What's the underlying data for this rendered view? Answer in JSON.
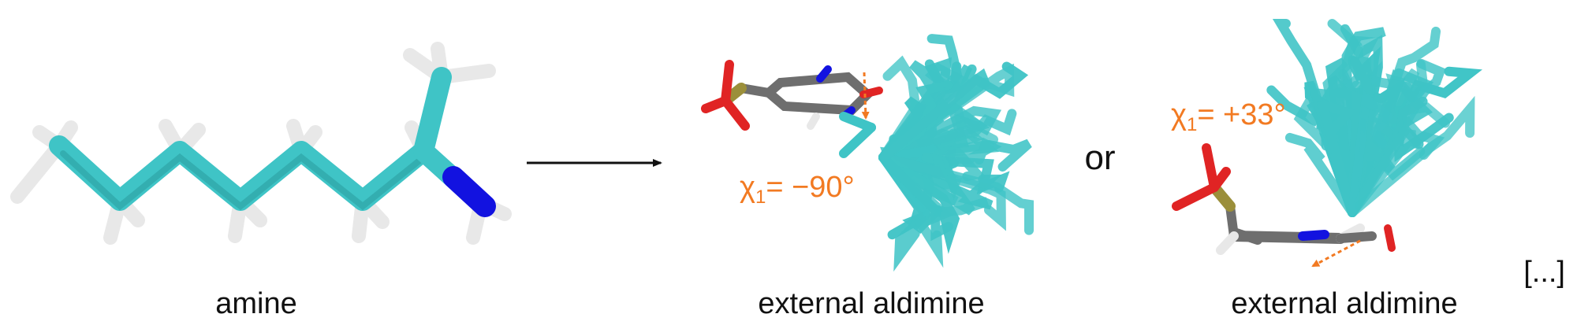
{
  "colors": {
    "carbon": "#3fc4c6",
    "carbon_shade": "#2a9c9f",
    "hydrogen": "#f2f2f2",
    "nitrogen": "#1212e0",
    "oxygen": "#e02424",
    "phosphorus": "#9b8f3a",
    "cofactor_carbon": "#6e6e6e",
    "annotation": "#f27a22",
    "text": "#111111"
  },
  "panels": {
    "amine": {
      "caption": "amine"
    },
    "aldimine_a": {
      "caption": "external aldimine",
      "angle_prefix": "χ",
      "angle_sub": "1",
      "angle_value": "= −90°"
    },
    "connector": {
      "or_text": "or"
    },
    "aldimine_b": {
      "caption": "external aldimine",
      "angle_prefix": "χ",
      "angle_sub": "1",
      "angle_value": "= +33°"
    },
    "more": {
      "text": "[...]"
    }
  },
  "icons": {
    "reaction_arrow": "arrow-right-icon"
  }
}
